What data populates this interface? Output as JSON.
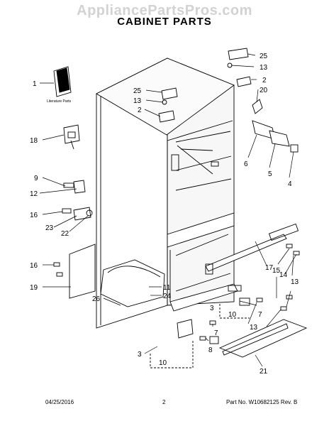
{
  "watermark": "AppliancePartsPros.com",
  "title": "CABINET PARTS",
  "literature_label": "Literature Parts",
  "callouts": [
    "1",
    "2",
    "2",
    "3",
    "3",
    "4",
    "5",
    "6",
    "7",
    "7",
    "8",
    "9",
    "10",
    "10",
    "11",
    "12",
    "13",
    "13",
    "13",
    "13",
    "14",
    "15",
    "16",
    "16",
    "17",
    "18",
    "19",
    "20",
    "21",
    "22",
    "23",
    "24",
    "25",
    "25",
    "26"
  ],
  "footer": {
    "date": "04/25/2016",
    "page": "2",
    "part_number": "Part No. W10682125  Rev. B"
  }
}
